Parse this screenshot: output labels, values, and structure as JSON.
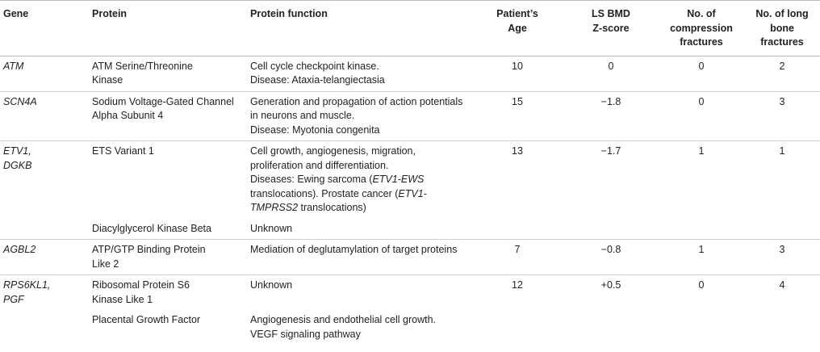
{
  "headers": {
    "gene": "Gene",
    "protein": "Protein",
    "function": "Protein function",
    "age": "Patient’s Age",
    "bmd": "LS BMD Z-score",
    "compression": "No. of compression fractures",
    "long_bone": "No. of long bone fractures"
  },
  "rows": [
    {
      "gene": "ATM",
      "protein": "ATM Serine/Threonine Kinase",
      "function": [
        "Cell cycle checkpoint kinase.",
        "Disease: Ataxia-telangiectasia"
      ],
      "age": "10",
      "bmd": "0",
      "compression": "0",
      "long_bone": "2"
    },
    {
      "gene": "SCN4A",
      "protein": "Sodium Voltage-Gated Channel Alpha Subunit 4",
      "function": [
        "Generation and propagation of action potentials in neurons and muscle.",
        "Disease: Myotonia congenita"
      ],
      "age": "15",
      "bmd": "−1.8",
      "compression": "0",
      "long_bone": "3"
    },
    {
      "gene": "ETV1, DGKB",
      "protein": "ETS Variant 1",
      "function_a": "Cell growth, angiogenesis, migration, proliferation and differentiation.",
      "function_b1": "Diseases: Ewing sarcoma (",
      "function_b_em1": "ETV1-EWS",
      "function_b2": " translocations). Prostate cancer (",
      "function_b_em2": "ETV1-TMPRSS2",
      "function_b3": " translocations)",
      "age": "13",
      "bmd": "−1.7",
      "compression": "1",
      "long_bone": "1"
    },
    {
      "protein": "Diacylglycerol Kinase Beta",
      "function": "Unknown"
    },
    {
      "gene": "AGBL2",
      "protein": "ATP/GTP Binding Protein Like 2",
      "function": "Mediation of deglutamylation of target proteins",
      "age": "7",
      "bmd": "−0.8",
      "compression": "1",
      "long_bone": "3"
    },
    {
      "gene": "RPS6KL1, PGF",
      "protein": "Ribosomal Protein S6 Kinase Like 1",
      "function": "Unknown",
      "age": "12",
      "bmd": "+0.5",
      "compression": "0",
      "long_bone": "4"
    },
    {
      "protein": "Placental Growth Factor",
      "function": "Angiogenesis and endothelial cell growth. VEGF signaling pathway"
    }
  ]
}
